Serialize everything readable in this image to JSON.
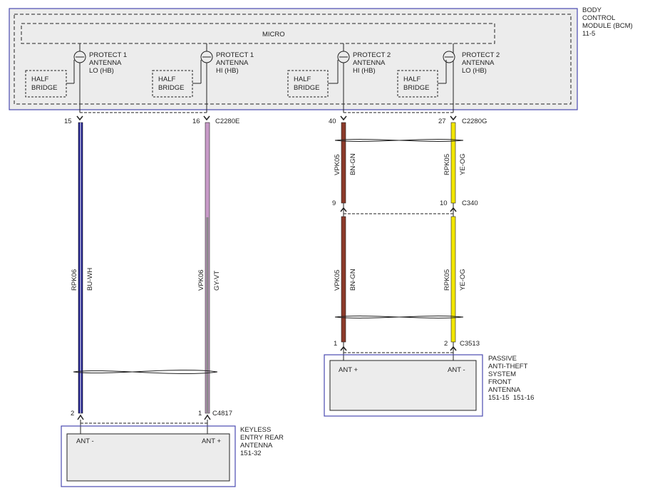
{
  "bcm": {
    "title_lines": [
      "BODY",
      "CONTROL",
      "MODULE (BCM)",
      "11-5"
    ],
    "micro_label": "MICRO",
    "half_bridge_lines": [
      "HALF",
      "BRIDGE"
    ],
    "circuits": [
      {
        "lines": [
          "PROTECT 1",
          "ANTENNA",
          "LO (HB)"
        ]
      },
      {
        "lines": [
          "PROTECT 1",
          "ANTENNA",
          "HI (HB)"
        ]
      },
      {
        "lines": [
          "PROTECT 2",
          "ANTENNA",
          "HI (HB)"
        ]
      },
      {
        "lines": [
          "PROTECT 2",
          "ANTENNA",
          "LO (HB)"
        ]
      }
    ]
  },
  "connectors": {
    "c2280e": "C2280E",
    "c2280g": "C2280G",
    "c340": "C340",
    "c3513": "C3513",
    "c4817": "C4817"
  },
  "pins": {
    "p15": "15",
    "p16": "16",
    "p40": "40",
    "p27": "27",
    "p9": "9",
    "p10": "10",
    "p1_front": "1",
    "p2_front": "2",
    "p2_rear": "2",
    "p1_rear": "1"
  },
  "wires": {
    "rpk06": "RPK06",
    "bu_wh": "BU-WH",
    "vpk06": "VPK06",
    "gy_vt": "GY-VT",
    "vpk05": "VPK05",
    "bn_gn": "BN-GN",
    "rpk05": "RPK05",
    "ye_og": "YE-OG"
  },
  "wire_colors": {
    "bu_wh": "#1e1e8c",
    "gy_vt": "#c79ac7",
    "bn_gn": "#8b3a2a",
    "ye_og": "#f2e600"
  },
  "front_antenna": {
    "title_lines": [
      "PASSIVE",
      "ANTI-THEFT",
      "SYSTEM",
      "FRONT",
      "ANTENNA",
      "151-15  151-16"
    ],
    "pin_plus": "ANT +",
    "pin_minus": "ANT -"
  },
  "rear_antenna": {
    "title_lines": [
      "KEYLESS",
      "ENTRY REAR",
      "ANTENNA",
      "151-32"
    ],
    "pin_minus": "ANT -",
    "pin_plus": "ANT +"
  }
}
